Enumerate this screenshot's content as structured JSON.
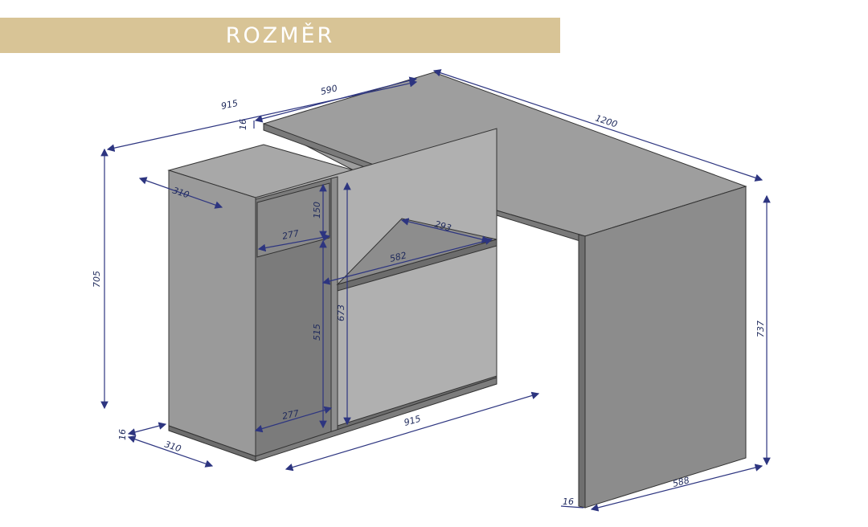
{
  "header": {
    "title": "ROZMĚR",
    "banner_color": "#d8c496",
    "text_color": "#ffffff"
  },
  "colors": {
    "dimension": "#2d3580",
    "desktop_top": "#9d9d9d",
    "panel_gray": "#8a8a8a",
    "panel_light": "#b1b1b1",
    "edge": "#333333"
  },
  "dimensions": {
    "top_total_width": "915",
    "top_depth": "590",
    "top_thickness": "16",
    "top_length": "1200",
    "cabinet_height": "705",
    "cabinet_depth_top": "310",
    "upper_drawer_height": "150",
    "upper_drawer_width": "277",
    "shelf_depth": "293",
    "shelf_width": "582",
    "inner_height": "673",
    "door_height": "515",
    "lower_width": "277",
    "base_thickness": "16",
    "cabinet_depth_bottom": "310",
    "bottom_width": "915",
    "leg_height": "737",
    "leg_depth": "588",
    "leg_thickness": "16"
  }
}
